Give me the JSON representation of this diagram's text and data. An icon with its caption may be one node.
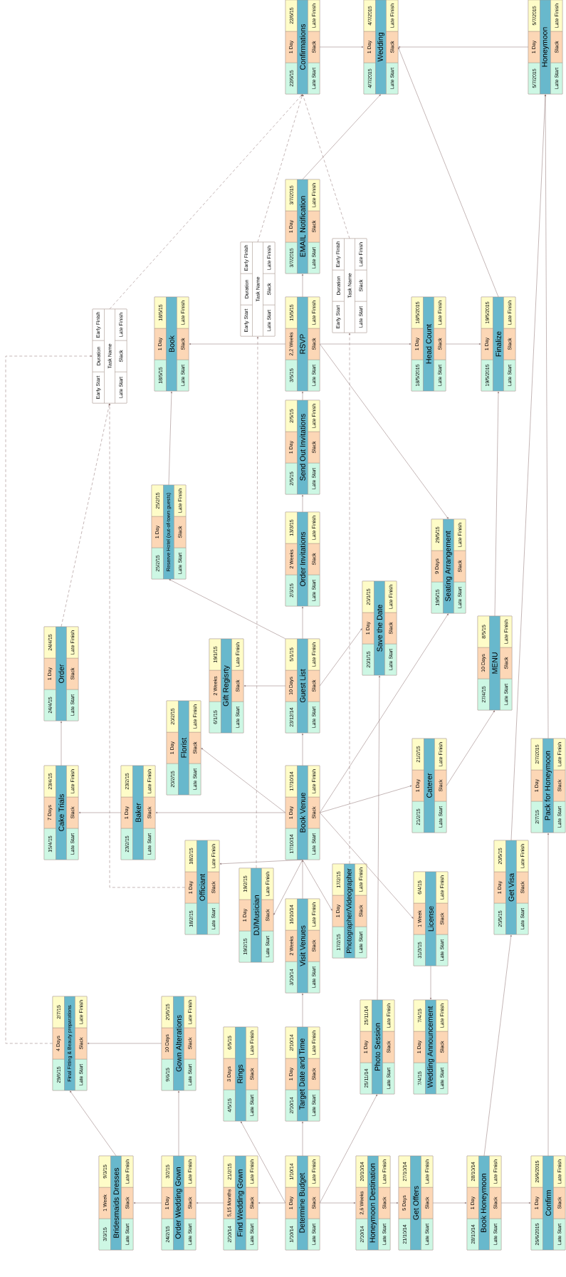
{
  "diagram": {
    "nodes": [
      {
        "text": [
          "1/10/14",
          "1 Day",
          "1/10/14",
          "Determine Budget",
          "Late Start",
          "Slack",
          "Late Finish"
        ]
      },
      {
        "text": [
          "2/10/14",
          "1 Day",
          "2/10/14",
          "Target Date and Time",
          "Late Start",
          "Slack",
          "Late Finish"
        ]
      },
      {
        "text": [
          "3/10/14",
          "2 Weeks",
          "16/10/14",
          "Visit Venues",
          "Late Start",
          "Slack",
          "Late Finish"
        ]
      },
      {
        "text": [
          "17/10/14",
          "1 Day",
          "17/10/14",
          "Book Venue",
          "Late Start",
          "Slack",
          "Late Finish"
        ]
      },
      {
        "text": [
          "23/12/14",
          "10 Days",
          "5/1/15",
          "Guest List",
          "Late Start",
          "Slack",
          "Late Finish"
        ]
      },
      {
        "text": [
          "2/3/15",
          "2 Weeks",
          "13/3/15",
          "Order Invitations",
          "Late Start",
          "Slack",
          "Late Finish"
        ]
      },
      {
        "text": [
          "2/5/15",
          "1 Day",
          "2/5/15",
          "Send Out Invitations",
          "Late Start",
          "Slack",
          "Late Finish"
        ]
      },
      {
        "text": [
          "3/5/15",
          "2,2 Weeks",
          "15/5/15",
          "RSVP",
          "Late Start",
          "Slack",
          "Late Finish"
        ]
      },
      {
        "text": [
          "3/7/2015",
          "1 Day",
          "3/7/2015",
          "EMAIL Notification",
          "Late Start",
          "Slack",
          "Late Finish"
        ]
      },
      {
        "text": [
          "22/6/15",
          "1 Day",
          "22/6/15",
          "Confirmations",
          "Late Start",
          "Slack",
          "Late Finish"
        ]
      },
      {
        "text": [
          "4/7/2015",
          "1 Day",
          "4/7/2015",
          "Wedding",
          "Late Start",
          "Slack",
          "Late Finish"
        ]
      },
      {
        "text": [
          "5/7/2015",
          "1 Day",
          "5/7/2015",
          "Honeymoon",
          "Late Start",
          "Slack",
          "Late Finish"
        ]
      },
      {
        "text": [
          "18/5/2015",
          "1 Day",
          "18/5/2015",
          "Head Count",
          "Late Start",
          "Slack",
          "Late Finish"
        ]
      },
      {
        "text": [
          "19/5/2015",
          "1 Day",
          "19/5/2015",
          "Finalize",
          "Late Start",
          "Slack",
          "Late Finish"
        ]
      },
      {
        "text": [
          "18/5/15",
          "1 Day",
          "18/5/15",
          "Book",
          "Late Start",
          "Slack",
          "Late Finish"
        ]
      },
      {
        "text": [
          "25/2/15",
          "1 Day",
          "25/2/15",
          "Reserve Hotel (out-of-town guests)",
          "Late Start",
          "Slack",
          "Late Finish"
        ]
      },
      {
        "text": [
          "6/1/15",
          "2 Weeks",
          "19/1/15",
          "Gift Regisrty",
          "Late Start",
          "Slack",
          "Late Finish"
        ]
      },
      {
        "text": [
          "20/2/15",
          "1 Day",
          "20/2/15",
          "Florist",
          "Late Start",
          "Slack",
          "Late Finish"
        ]
      },
      {
        "text": [
          "23/2/15",
          "1 Day",
          "23/2/15",
          "Baker",
          "Late Start",
          "Slack",
          "Late Finish"
        ]
      },
      {
        "text": [
          "15/4/15",
          "7 Days",
          "23/4/15",
          "Cake Trials",
          "Late Start",
          "Slack",
          "Late Finish"
        ]
      },
      {
        "text": [
          "24/4/15",
          "1 Day",
          "24/4/15",
          "Order",
          "Late Start",
          "Slack",
          "Late Finish"
        ]
      },
      {
        "text": [
          "18/2/15",
          "1 Day",
          "18/2/15",
          "Officiant",
          "Late Start",
          "Slack",
          "Late Finish"
        ]
      },
      {
        "text": [
          "19/2/15",
          "1 Day",
          "19/2/15",
          "DJ/Musician",
          "Late Start",
          "Slack",
          "Late Finish"
        ]
      },
      {
        "text": [
          "17/2/15",
          "1 Day",
          "17/2/15",
          "Photographer/Videographer",
          "Late Start",
          "Slack",
          "Late Finish"
        ]
      },
      {
        "text": [
          "31/3/15",
          "1 Week",
          "6/4/15",
          "License",
          "Late Start",
          "Slack",
          "Late Finish"
        ]
      },
      {
        "text": [
          "7/4/15",
          "1 Day",
          "7/4/15",
          "Wedding Announcement",
          "Late Start",
          "Slack",
          "Late Finish"
        ]
      },
      {
        "text": [
          "21/2/15",
          "1 Day",
          "21/2/15",
          "Caterer",
          "Late Start",
          "Slack",
          "Late Finish"
        ]
      },
      {
        "text": [
          "27/4/15",
          "10 Days",
          "8/5/15",
          "MENU",
          "Late Start",
          "Slack",
          "Late Finish"
        ]
      },
      {
        "text": [
          "19/5/15",
          "9 Days",
          "29/5/15",
          "Seating Arrangement",
          "Late Start",
          "Slack",
          "Late Finish"
        ]
      },
      {
        "text": [
          "20/1/15",
          "1 Day",
          "20/1/15",
          "Save the Date",
          "Late Start",
          "Slack",
          "Late Finish"
        ]
      },
      {
        "text": [
          "25/11/14",
          "1 Day",
          "25/11/14",
          "Photo Session",
          "Late Start",
          "Slack",
          "Late Finish"
        ]
      },
      {
        "text": [
          "2/10/14",
          "5,15 Months",
          "21/2/15",
          "Find Wedding Gown",
          "Late Start",
          "Slack",
          "Late Finish"
        ]
      },
      {
        "text": [
          "24/2/15",
          "1 Day",
          "3/2/15",
          "Order Wedding Gown",
          "Late Start",
          "Slack",
          "Late Finish"
        ]
      },
      {
        "text": [
          "3/3/15",
          "1 Week",
          "9/3/15",
          "Bridesmaids Dresses",
          "Late Start",
          "Slack",
          "Late Finish"
        ]
      },
      {
        "text": [
          "9/6/15",
          "10 Days",
          "20/6/15",
          "Gown Alterations",
          "Late Start",
          "Slack",
          "Late Finish"
        ]
      },
      {
        "text": [
          "29/6/15",
          "4 Days",
          "2/7/15",
          "Final Fitting & Beauty preparations",
          "Late Start",
          "Slack",
          "Late Finish"
        ]
      },
      {
        "text": [
          "4/5/15",
          "3 Days",
          "6/5/15",
          "Rings",
          "Late Start",
          "Slack",
          "Late Finish"
        ]
      },
      {
        "text": [
          "2/10/14",
          "2,6 Weeks",
          "20/10/14",
          "Honeymoon Destination",
          "Late Start",
          "Slack",
          "Late Finish"
        ]
      },
      {
        "text": [
          "21/10/14",
          "5 Days",
          "27/10/14",
          "Get Offers",
          "Late Start",
          "Slack",
          "Late Finish"
        ]
      },
      {
        "text": [
          "28/10/14",
          "1 Day",
          "28/10/14",
          "Book Honeymoon",
          "Late Start",
          "Slack",
          "Late Finish"
        ]
      },
      {
        "text": [
          "26/6/2015",
          "1 Day",
          "26/6/2015",
          "Confirm",
          "Late Start",
          "Slack",
          "Late Finish"
        ]
      },
      {
        "text": [
          "20/5/15",
          "1 Day",
          "20/5/15",
          "Get Visa",
          "Late Start",
          "Slack",
          "Late Finish"
        ]
      },
      {
        "text": [
          "2/7/15",
          "1 Day",
          "2/7/2015",
          "Pack for Honeymoon",
          "Late Start",
          "Slack",
          "Late Finish"
        ]
      },
      {
        "text": [
          "Early Start",
          "Duration",
          "Early Finish",
          "Task Name",
          "Late Start",
          "Slack",
          "Late Finish"
        ]
      },
      {
        "text": [
          "Early Start",
          "Duration",
          "Early Finish",
          "Task Name",
          "Late Start",
          "Slack",
          "Late Finish"
        ]
      },
      {
        "text": [
          "Early Start",
          "Duration",
          "Early Finish",
          "Task Name",
          "Late Start",
          "Slack",
          "Late Finish"
        ]
      }
    ],
    "edges": [
      {
        "from": 0,
        "to": 1,
        "arrow": "to"
      },
      {
        "from": 1,
        "to": 2,
        "arrow": "to"
      },
      {
        "from": 2,
        "to": 3,
        "arrow": "to"
      },
      {
        "from": 3,
        "to": 4,
        "arrow": "to"
      },
      {
        "from": 4,
        "to": 5,
        "arrow": "to"
      },
      {
        "from": 5,
        "to": 6,
        "arrow": "to"
      },
      {
        "from": 6,
        "to": 7,
        "arrow": "to"
      },
      {
        "from": 7,
        "to": 8,
        "arrow": "to"
      },
      {
        "from": 8,
        "to": 10,
        "arrow": "to"
      },
      {
        "from": 9,
        "to": 10,
        "arrow": "to"
      },
      {
        "from": 11,
        "to": 10,
        "arrow": "to"
      },
      {
        "from": 13,
        "to": 10,
        "arrow": "to"
      },
      {
        "from": 7,
        "to": 12,
        "arrow": "to"
      },
      {
        "from": 12,
        "to": 13,
        "arrow": "to"
      },
      {
        "from": 27,
        "to": 13,
        "arrow": "to"
      },
      {
        "from": 7,
        "to": 14,
        "arrow": "to"
      },
      {
        "from": 15,
        "to": 14,
        "arrow": "to"
      },
      {
        "from": 4,
        "to": 15,
        "arrow": "to"
      },
      {
        "from": 4,
        "to": 16,
        "arrow": "to"
      },
      {
        "from": 4,
        "to": 29,
        "arrow": "to"
      },
      {
        "from": 7,
        "to": 28,
        "arrow": "to"
      },
      {
        "from": 3,
        "to": 28,
        "arrow": "to"
      },
      {
        "from": 3,
        "to": 26,
        "arrow": "to"
      },
      {
        "from": 26,
        "to": 27,
        "arrow": "to"
      },
      {
        "from": 3,
        "to": 17,
        "arrow": "to"
      },
      {
        "from": 3,
        "to": 18,
        "arrow": "to"
      },
      {
        "from": 18,
        "to": 19,
        "arrow": "to"
      },
      {
        "from": 19,
        "to": 20,
        "arrow": "to"
      },
      {
        "from": 3,
        "to": 21,
        "arrow": "to"
      },
      {
        "from": 3,
        "to": 22,
        "arrow": "to"
      },
      {
        "from": 3,
        "to": 23,
        "arrow": "to"
      },
      {
        "from": 3,
        "to": 24,
        "arrow": "to"
      },
      {
        "from": 24,
        "to": 25,
        "arrow": "to"
      },
      {
        "from": 0,
        "to": 30,
        "arrow": "to"
      },
      {
        "from": 30,
        "to": 29,
        "arrow": "to"
      },
      {
        "from": 0,
        "to": 31,
        "arrow": "to"
      },
      {
        "from": 31,
        "to": 32,
        "arrow": "to"
      },
      {
        "from": 32,
        "to": 33,
        "arrow": "to"
      },
      {
        "from": 32,
        "to": 34,
        "arrow": "to"
      },
      {
        "from": 34,
        "to": 35,
        "arrow": "to"
      },
      {
        "from": 33,
        "to": 35,
        "arrow": "to"
      },
      {
        "from": 0,
        "to": 36,
        "arrow": "to"
      },
      {
        "from": 0,
        "to": 37,
        "arrow": "to"
      },
      {
        "from": 37,
        "to": 38,
        "arrow": "to"
      },
      {
        "from": 38,
        "to": 39,
        "arrow": "to"
      },
      {
        "from": 39,
        "to": 40,
        "arrow": "to"
      },
      {
        "from": 39,
        "to": 41,
        "arrow": "to"
      },
      {
        "from": 41,
        "to": 11,
        "arrow": "to"
      },
      {
        "from": 40,
        "to": 42,
        "arrow": "to"
      },
      {
        "from": 42,
        "to": 11,
        "arrow": "to"
      },
      {
        "from": 35,
        "to": 43,
        "arrow": "to",
        "style": "dashed"
      },
      {
        "from": 21,
        "to": 43,
        "arrow": "to",
        "style": "dashed"
      },
      {
        "from": 20,
        "to": 43,
        "arrow": "to",
        "style": "dashed"
      },
      {
        "from": 43,
        "to": 9,
        "arrow": "to",
        "style": "dashed"
      },
      {
        "from": 44,
        "to": 9,
        "arrow": "to",
        "style": "dashed"
      },
      {
        "from": 45,
        "to": 9,
        "arrow": "to",
        "style": "dashed"
      },
      {
        "from": 22,
        "to": 44,
        "arrow": "to",
        "style": "dashed"
      },
      {
        "from": 23,
        "to": 45,
        "arrow": "to",
        "style": "dashed"
      }
    ]
  }
}
